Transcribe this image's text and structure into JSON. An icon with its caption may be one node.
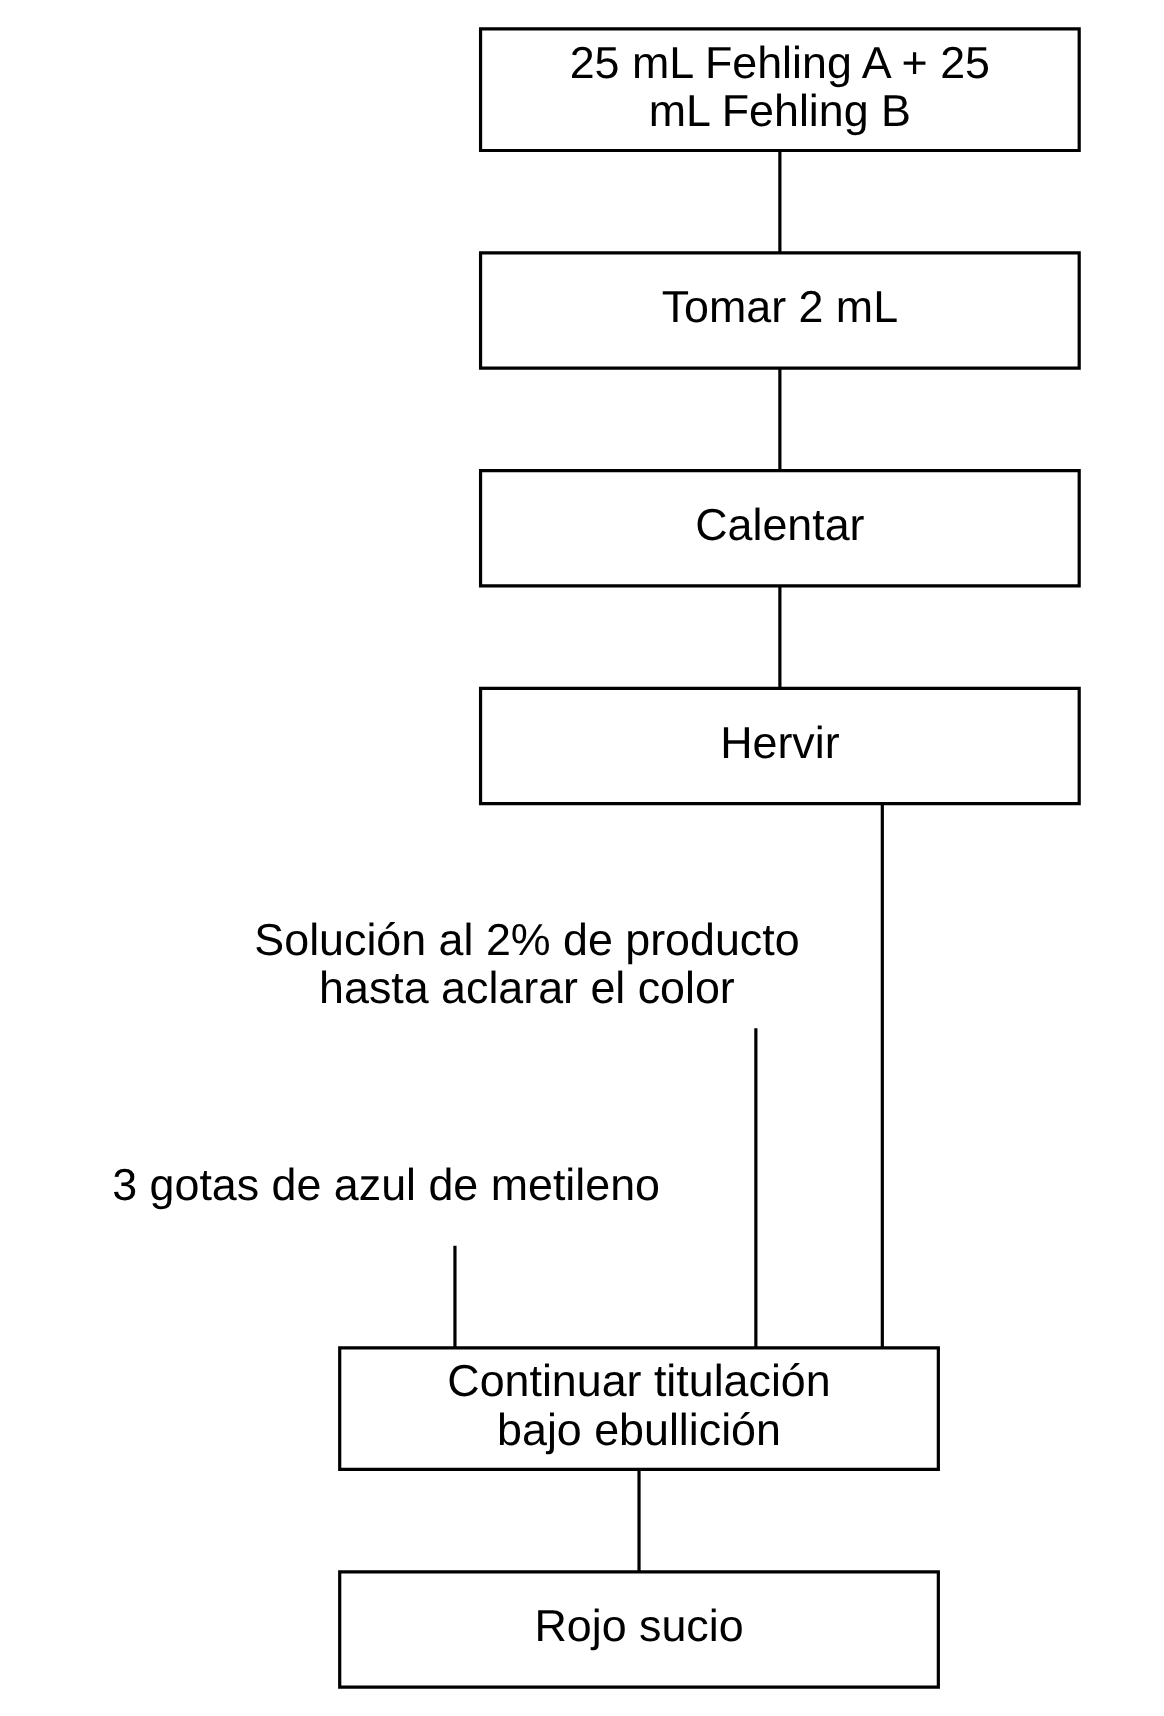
{
  "diagram": {
    "nodes": [
      {
        "text": [
          "25 mL Fehling A + 25 mL Fehling B"
        ]
      },
      {
        "text": [
          "Tomar 2 mL"
        ]
      },
      {
        "text": [
          "Calentar"
        ]
      },
      {
        "text": [
          "Hervir"
        ]
      },
      {
        "text": [
          "Solución al 2% de producto hasta aclarar el color"
        ]
      },
      {
        "text": [
          "3 gotas de azul de metileno"
        ]
      },
      {
        "text": [
          "Continuar titulación bajo ebullición"
        ]
      },
      {
        "text": [
          "Rojo sucio"
        ]
      }
    ],
    "edges": [
      {
        "from": 0,
        "to": 1,
        "arrow": "none"
      },
      {
        "from": 1,
        "to": 2,
        "arrow": "none"
      },
      {
        "from": 2,
        "to": 3,
        "arrow": "none"
      },
      {
        "from": 3,
        "to": 6,
        "arrow": "none"
      },
      {
        "from": 4,
        "to": 6,
        "arrow": "none"
      },
      {
        "from": 5,
        "to": 6,
        "arrow": "none"
      },
      {
        "from": 6,
        "to": 7,
        "arrow": "none"
      }
    ]
  }
}
